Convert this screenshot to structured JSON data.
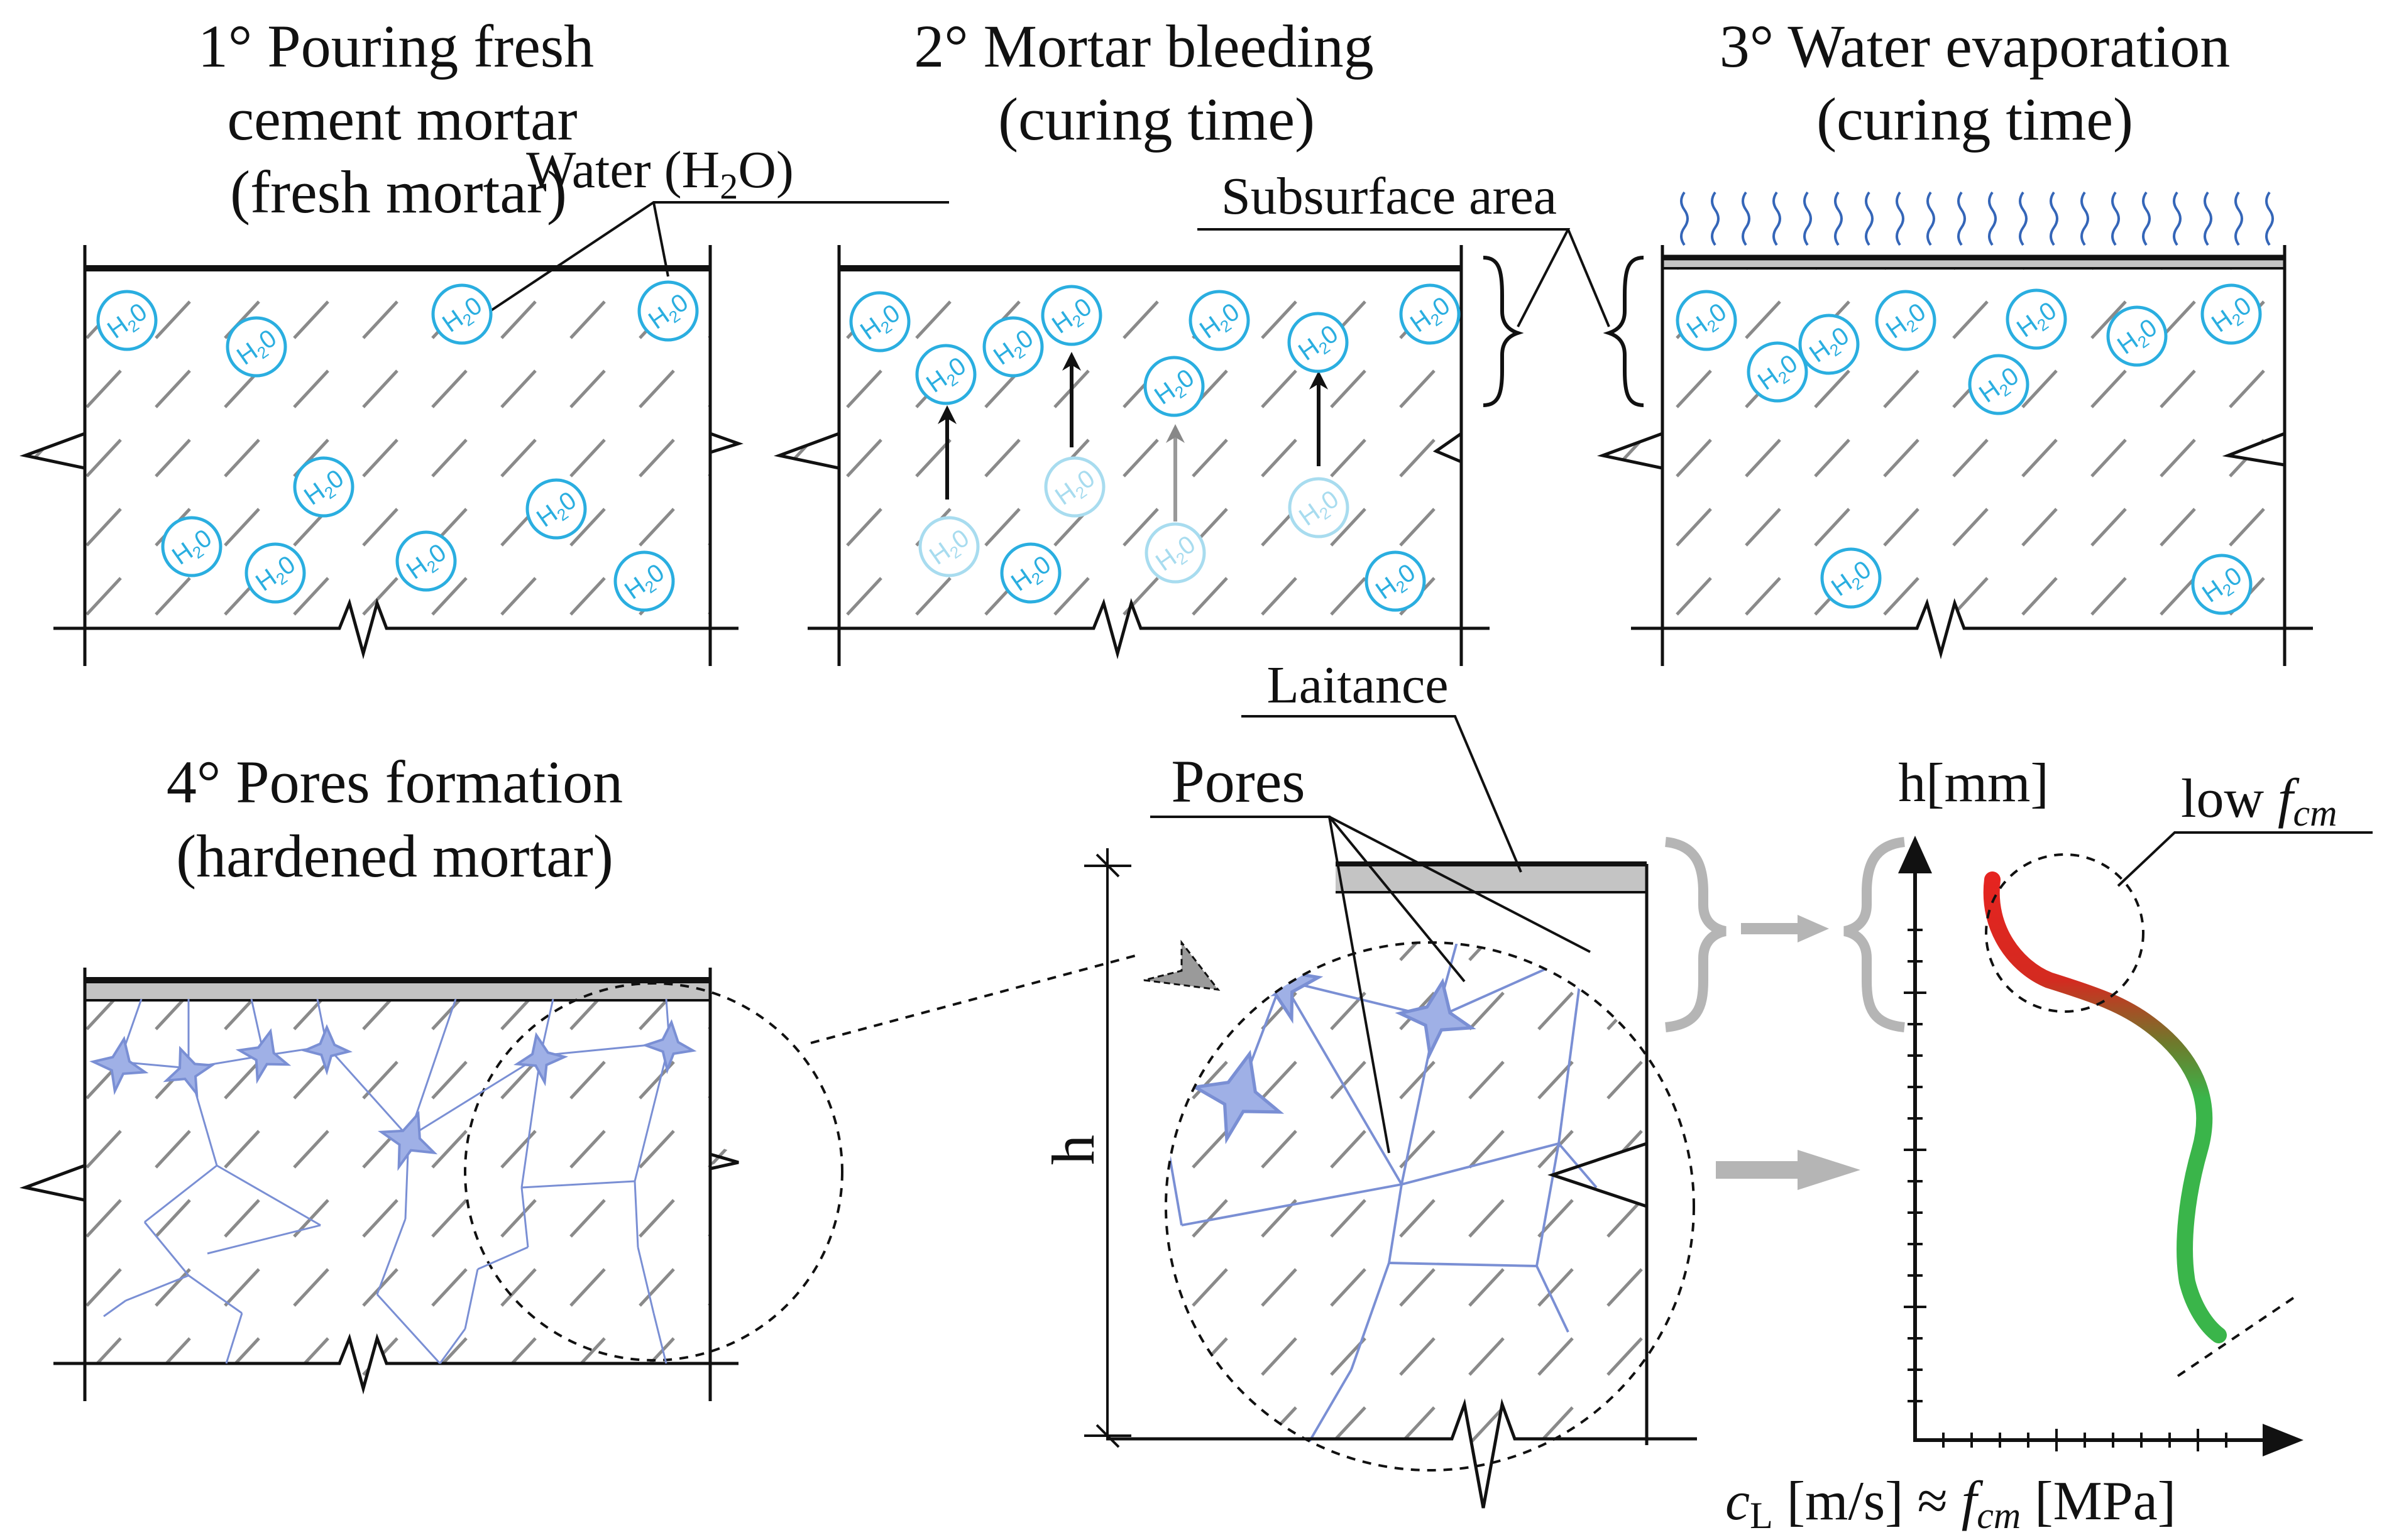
{
  "diagram": {
    "panels": [
      {
        "title_line1": "1° Pouring fresh",
        "title_line2": "cement mortar",
        "title_line3": "(fresh mortar)"
      },
      {
        "title_line1": "2° Mortar bleeding",
        "title_line2": "(curing time)"
      },
      {
        "title_line1": "3° Water evaporation",
        "title_line2": "(curing time)"
      },
      {
        "title_line1": "4° Pores formation",
        "title_line2": "(hardened mortar)"
      }
    ],
    "labels": {
      "water": "Water (H",
      "water_sub": "2",
      "water_end": "O)",
      "subsurface": "Subsurface area",
      "laitance": "Laitance",
      "pores": "Pores",
      "height": "h",
      "molecule": "H",
      "molecule_sub": "2",
      "molecule_end": "0"
    },
    "graph": {
      "y_label": "h[mm]",
      "x_label_c": "c",
      "x_label_sub": "L",
      "x_label_rest": " [m/s] ≈ ",
      "x_label_f": "f",
      "x_label_fsub": "cm",
      "x_label_unit": " [MPa]",
      "annotation_prefix": "low ",
      "annotation_f": "f",
      "annotation_fsub": "cm"
    },
    "colors": {
      "water": "#2aaee0",
      "water_faded": "#a8dcef",
      "pores": "#7a8fd4",
      "pores_fill": "#9fb0e6",
      "hatch": "#8a8a8a",
      "laitance": "#c4c4c4",
      "curve_low": "#e52420",
      "curve_high": "#3ab54a",
      "arrow_gray": "#b5b5b5",
      "vapor": "#3566b8"
    }
  }
}
